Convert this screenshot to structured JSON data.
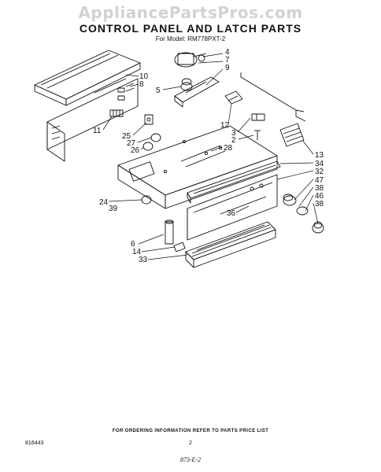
{
  "watermark": "AppliancePartsPros.com",
  "title": "CONTROL PANEL AND LATCH PARTS",
  "model": "For Model: RM778PXT-2",
  "callouts": [
    {
      "id": "c4a",
      "label": "4"
    },
    {
      "id": "c7",
      "label": "7"
    },
    {
      "id": "c9",
      "label": "9"
    },
    {
      "id": "c10",
      "label": "10"
    },
    {
      "id": "c8",
      "label": "8"
    },
    {
      "id": "c5",
      "label": "5"
    },
    {
      "id": "c11",
      "label": "11"
    },
    {
      "id": "c25",
      "label": "25"
    },
    {
      "id": "c27",
      "label": "27"
    },
    {
      "id": "c26",
      "label": "26"
    },
    {
      "id": "c12",
      "label": "12"
    },
    {
      "id": "c3",
      "label": "3"
    },
    {
      "id": "c2",
      "label": "2"
    },
    {
      "id": "c28",
      "label": "28"
    },
    {
      "id": "c13",
      "label": "13"
    },
    {
      "id": "c34",
      "label": "34"
    },
    {
      "id": "c32",
      "label": "32"
    },
    {
      "id": "c47",
      "label": "47"
    },
    {
      "id": "c38a",
      "label": "38"
    },
    {
      "id": "c46",
      "label": "46"
    },
    {
      "id": "c38b",
      "label": "38"
    },
    {
      "id": "c24",
      "label": "24"
    },
    {
      "id": "c39",
      "label": "39"
    },
    {
      "id": "c36",
      "label": "36"
    },
    {
      "id": "c6",
      "label": "6"
    },
    {
      "id": "c14",
      "label": "14"
    },
    {
      "id": "c33",
      "label": "33"
    }
  ],
  "footer": {
    "order_note": "FOR ORDERING INFORMATION REFER TO PARTS PRICE LIST",
    "page": "2",
    "code": "873-E-2",
    "doc_number": "816443"
  }
}
